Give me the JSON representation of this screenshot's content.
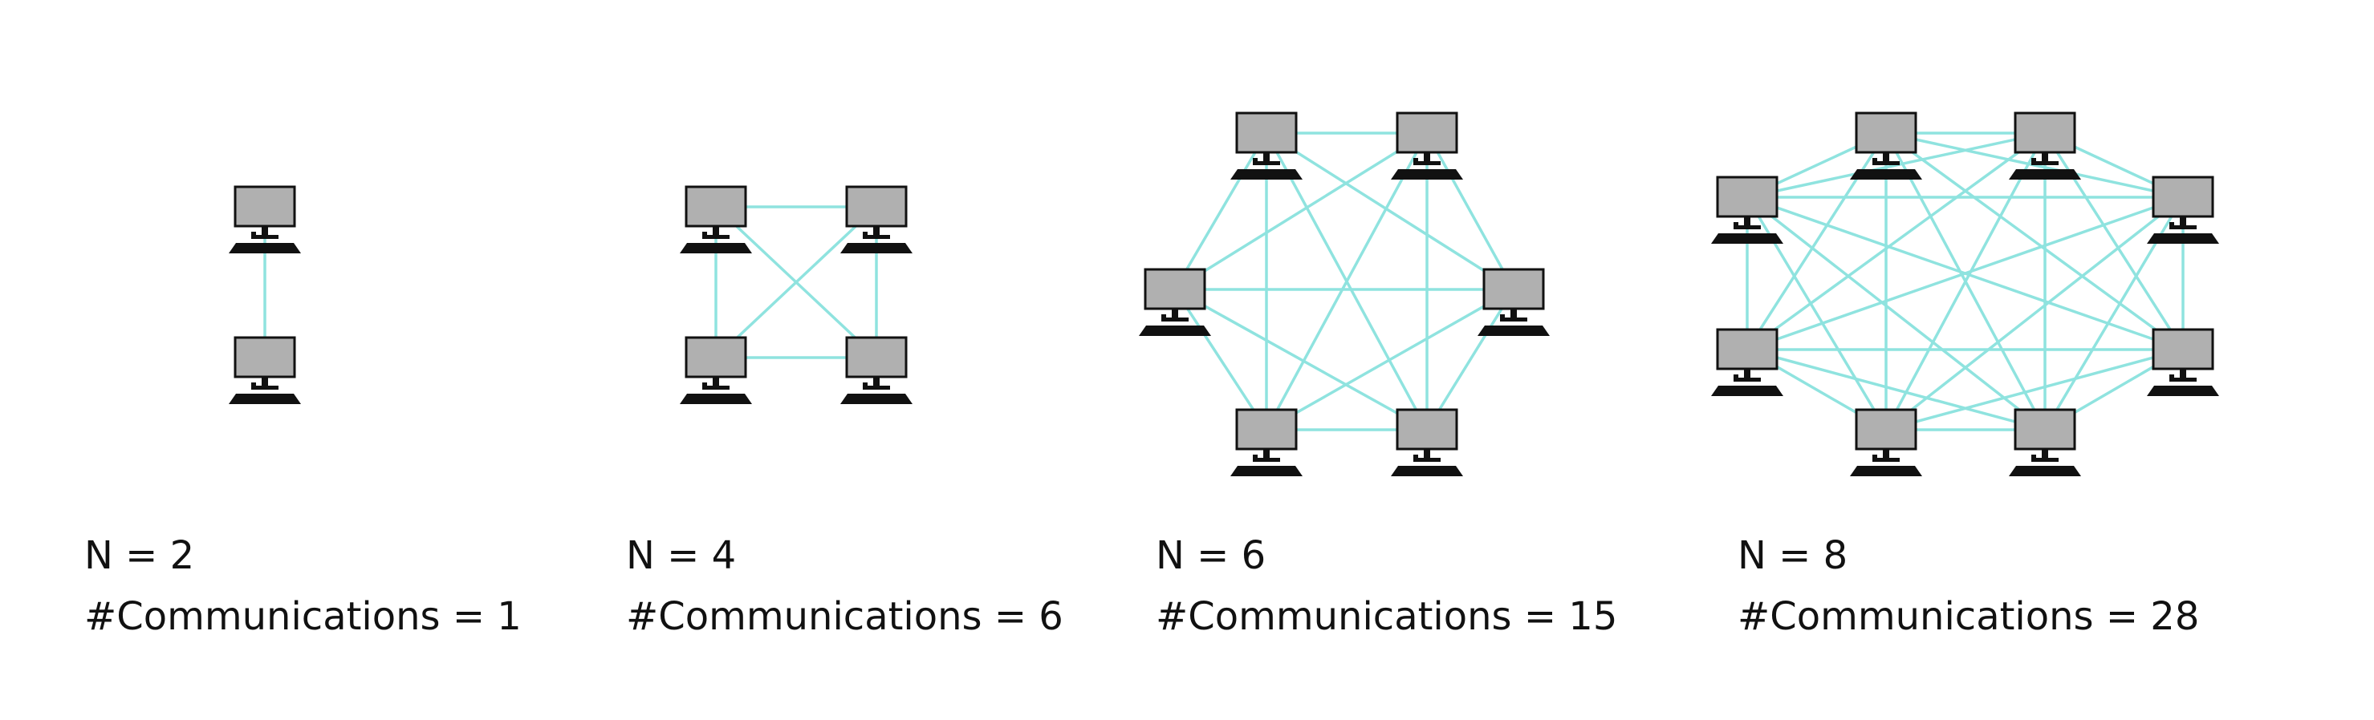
{
  "colors": {
    "link": "#8fe3df",
    "monitor_fill": "#b0b0b0",
    "monitor_stroke": "#111111",
    "base": "#111111"
  },
  "icon_name": "computer-icon",
  "panels": [
    {
      "n_label": "N = 2",
      "comm_label": "#Communications = 1",
      "nodes": 2
    },
    {
      "n_label": "N = 4",
      "comm_label": "#Communications = 6",
      "nodes": 4
    },
    {
      "n_label": "N = 6",
      "comm_label": "#Communications = 15",
      "nodes": 6
    },
    {
      "n_label": "N = 8",
      "comm_label": "#Communications = 28",
      "nodes": 8
    }
  ]
}
